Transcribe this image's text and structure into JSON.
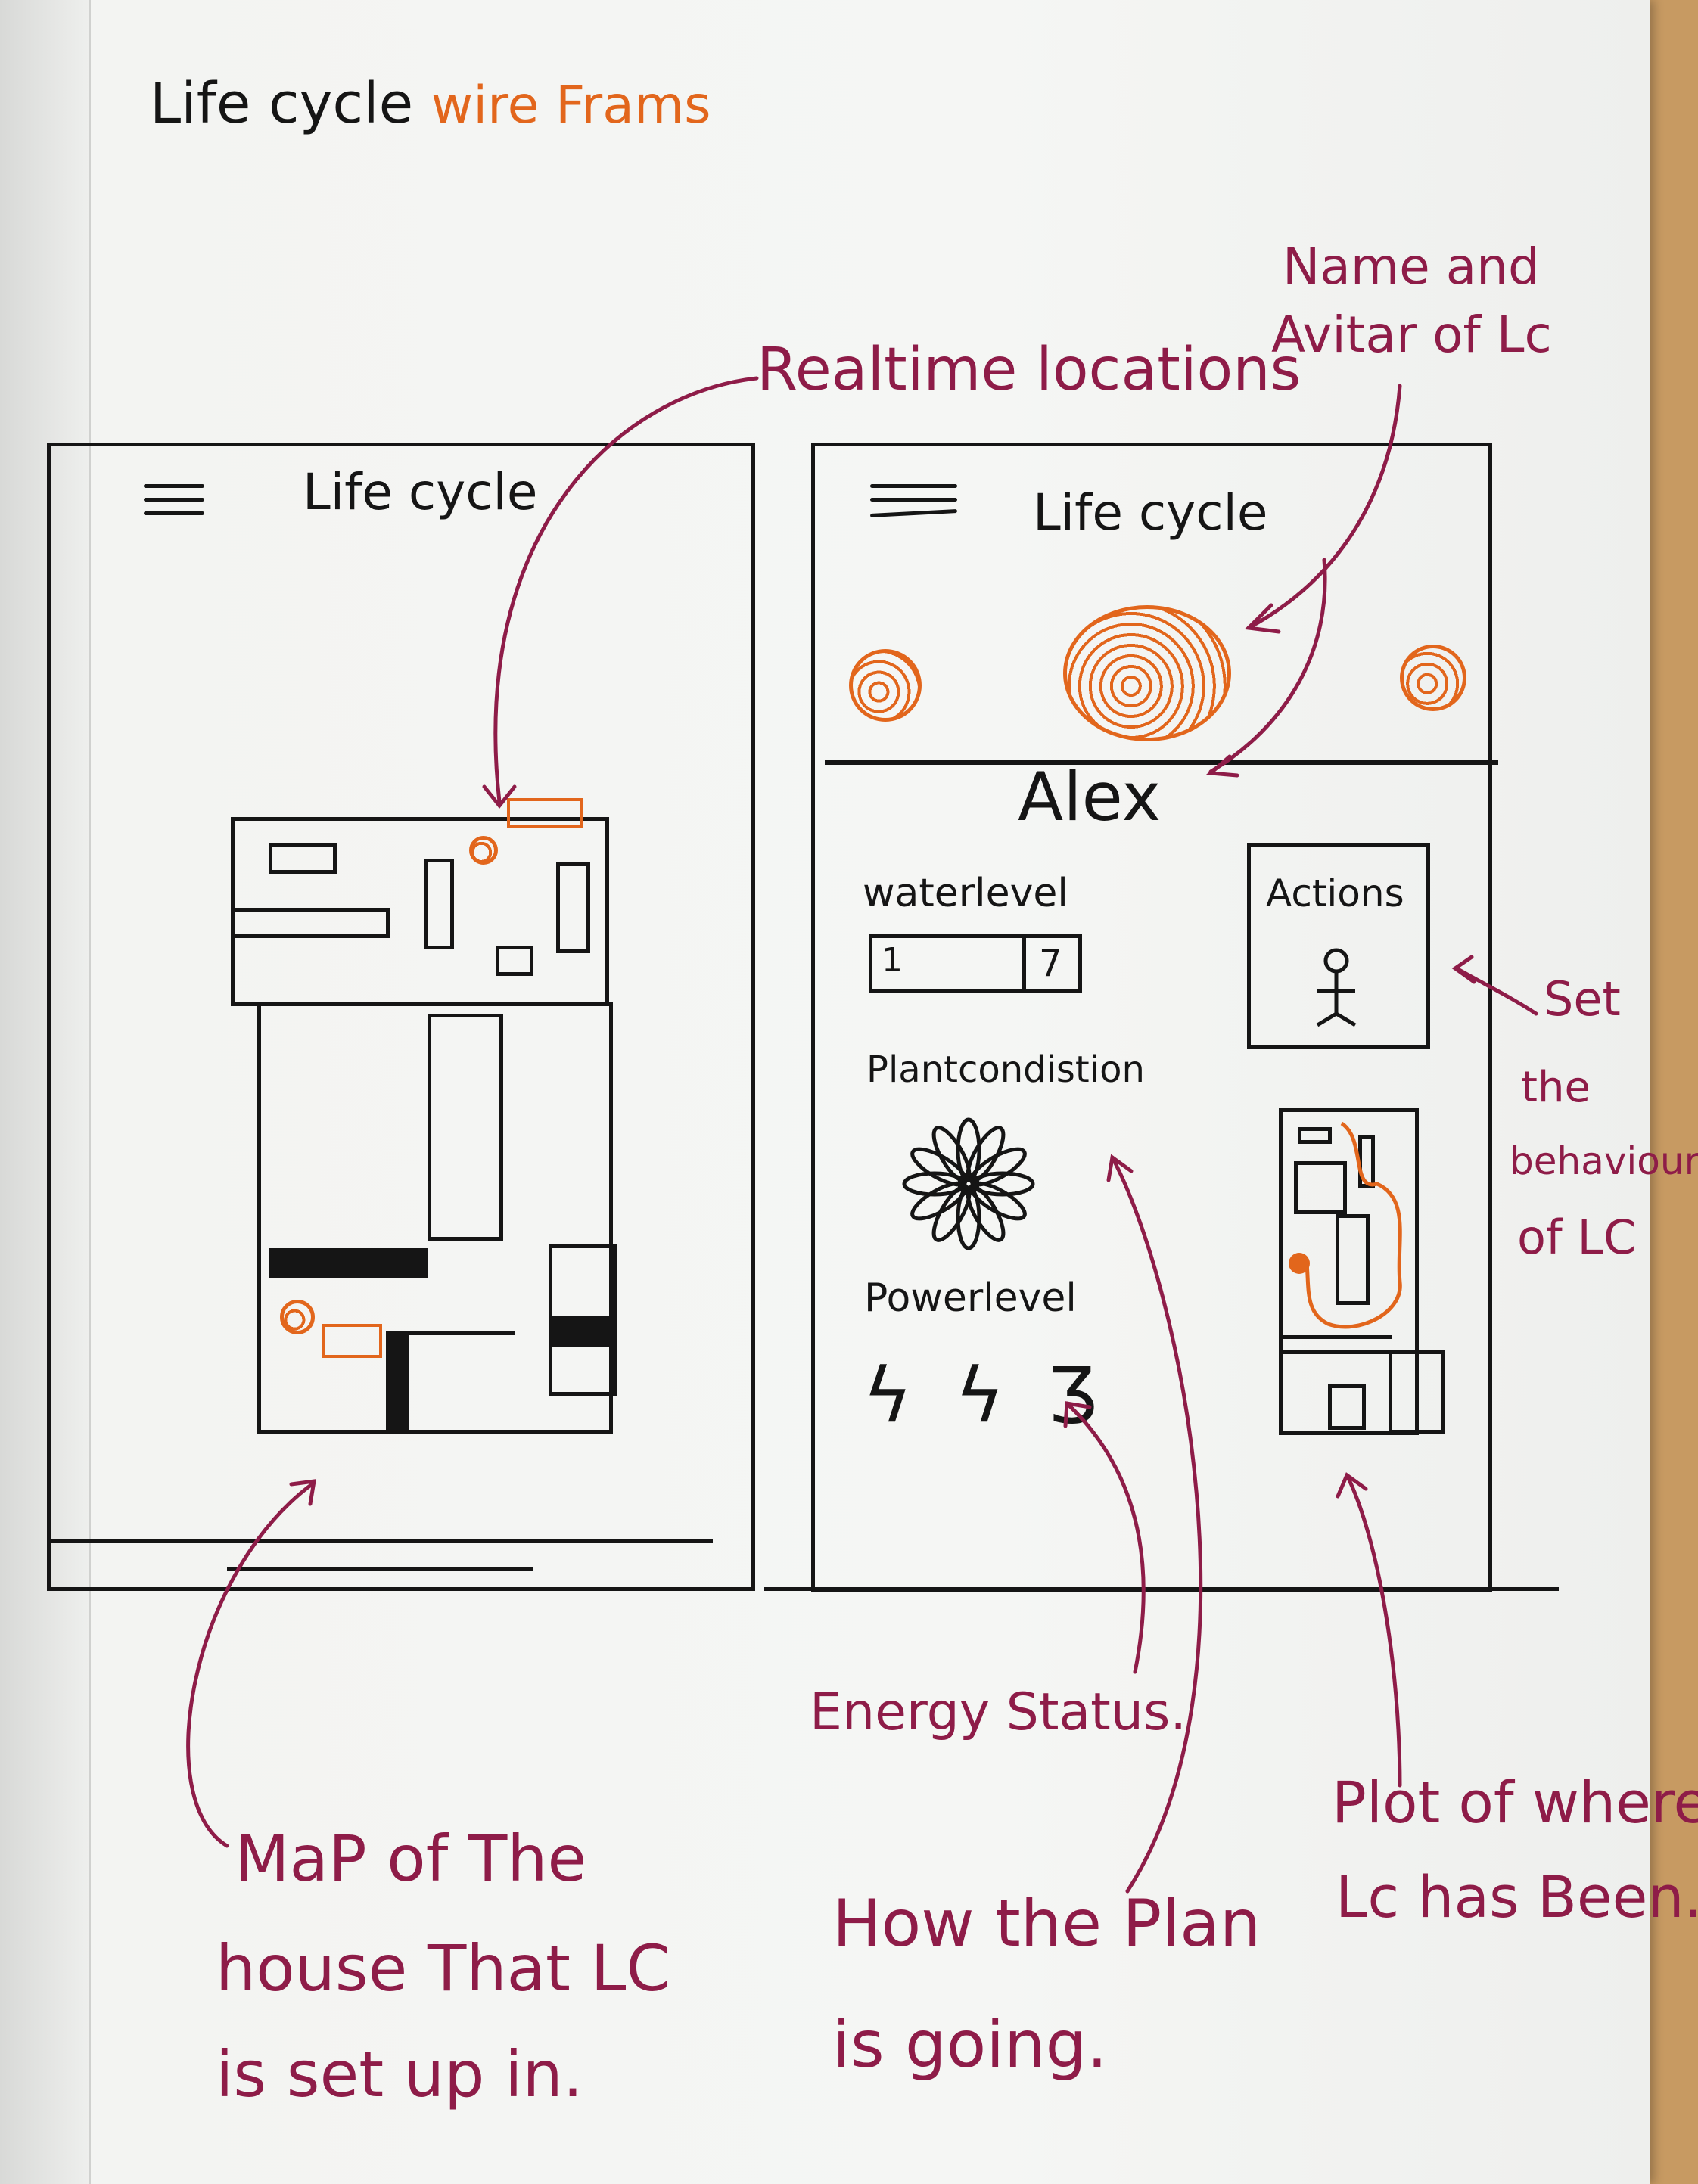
{
  "title": {
    "part1": "Life cycle",
    "part2": "wire Frams"
  },
  "left_screen": {
    "app_title": "Life cycle",
    "icons": {
      "menu": "hamburger-menu-icon",
      "location": "location-marker-icon"
    }
  },
  "right_screen": {
    "app_title": "Life cycle",
    "profile_name": "Alex",
    "water_label": "waterlevel",
    "water_value_left": "1",
    "water_value_right": "7",
    "plant_label": "Plantcondistion",
    "power_label": "Powerlevel",
    "power_glyphs": "ϟ ϟ Ʒ",
    "actions_label": "Actions",
    "icons": {
      "menu": "hamburger-menu-icon",
      "avatar": "avatar-icon",
      "plant": "flower-icon",
      "figure": "stick-figure-icon"
    }
  },
  "annotations": {
    "realtime": "Realtime locations",
    "name_avatar_line1": "Name and",
    "name_avatar_line2": "Avitar of Lc",
    "set_behaviour": [
      "Set",
      "the",
      "behaviour",
      "of LC"
    ],
    "energy": "Energy Status.",
    "map_house": [
      "MaP of The",
      "house That LC",
      "is set up in."
    ],
    "plant_going": [
      "How the Plan",
      "is going."
    ],
    "plot": [
      "Plot of where",
      "Lc has Been."
    ]
  },
  "colors": {
    "ink": "#151515",
    "maroon": "#8e1c48",
    "orange": "#e2661c",
    "paper": "#f4f5f3"
  }
}
